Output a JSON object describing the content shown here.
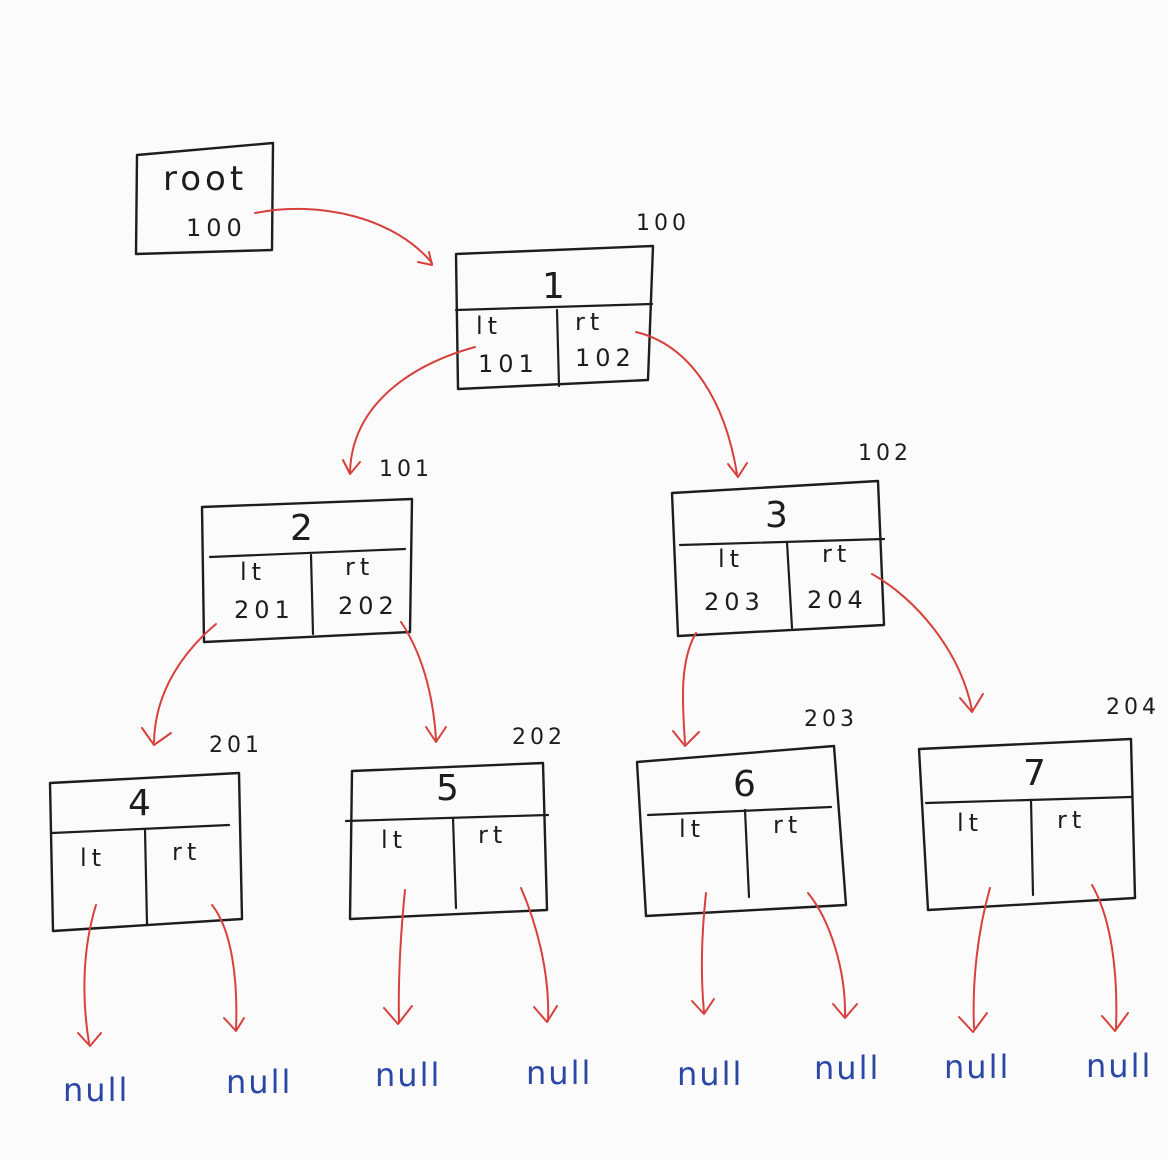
{
  "root": {
    "label": "root",
    "address": "100"
  },
  "nodes": [
    {
      "value": "1",
      "address": "100",
      "left_label": "lt",
      "right_label": "rt",
      "left_ptr": "101",
      "right_ptr": "102"
    },
    {
      "value": "2",
      "address": "101",
      "left_label": "lt",
      "right_label": "rt",
      "left_ptr": "201",
      "right_ptr": "202"
    },
    {
      "value": "3",
      "address": "102",
      "left_label": "lt",
      "right_label": "rt",
      "left_ptr": "203",
      "right_ptr": "204"
    },
    {
      "value": "4",
      "address": "201",
      "left_label": "lt",
      "right_label": "rt"
    },
    {
      "value": "5",
      "address": "202",
      "left_label": "lt",
      "right_label": "rt"
    },
    {
      "value": "6",
      "address": "203",
      "left_label": "lt",
      "right_label": "rt"
    },
    {
      "value": "7",
      "address": "204",
      "left_label": "lt",
      "right_label": "rt"
    }
  ],
  "null_label": "null",
  "colors": {
    "ink": "#1d1d1d",
    "arrow": "#d8403c",
    "null_text": "#2a47a6",
    "paper": "#fbfbfb"
  }
}
